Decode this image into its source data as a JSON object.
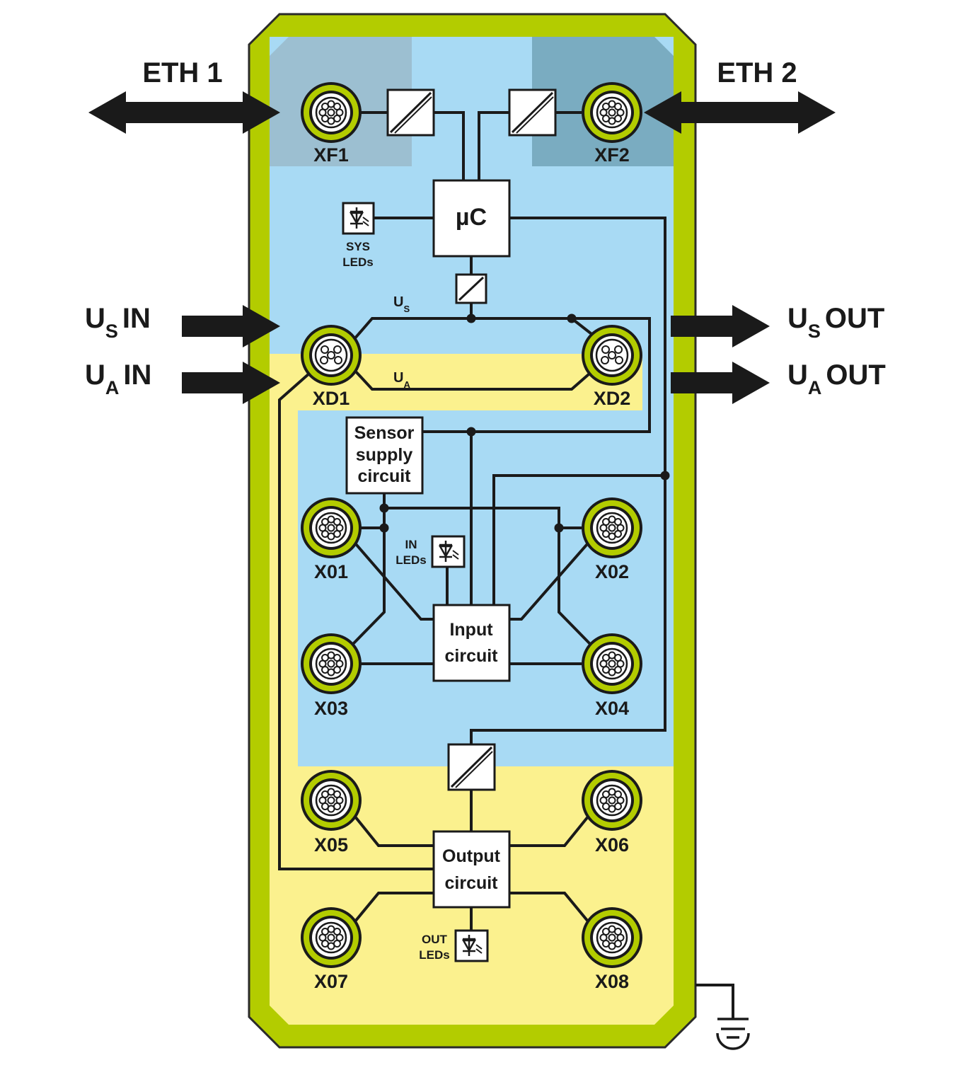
{
  "colors": {
    "housing": "#b3cc00",
    "housing_outline": "#2a2a2a",
    "network_area": "#a8daf4",
    "power_area": "#fbf18e",
    "eth_left_area": "#9cbfd1",
    "eth_right_area": "#7aacc1"
  },
  "external": {
    "eth1": "ETH 1",
    "eth2": "ETH 2",
    "us_in": {
      "main": "U",
      "sub": "S",
      "suffix": "IN"
    },
    "ua_in": {
      "main": "U",
      "sub": "A",
      "suffix": "IN"
    },
    "us_out": {
      "main": "U",
      "sub": "S",
      "suffix": "OUT"
    },
    "ua_out": {
      "main": "U",
      "sub": "A",
      "suffix": "OUT"
    }
  },
  "connectors": {
    "xf1": "XF1",
    "xf2": "XF2",
    "xd1": "XD1",
    "xd2": "XD2",
    "x01": "X01",
    "x02": "X02",
    "x03": "X03",
    "x04": "X04",
    "x05": "X05",
    "x06": "X06",
    "x07": "X07",
    "x08": "X08"
  },
  "blocks": {
    "mcu": "µC",
    "sensor_supply": [
      "Sensor",
      "supply",
      "circuit"
    ],
    "input_circuit": [
      "Input",
      "circuit"
    ],
    "output_circuit": [
      "Output",
      "circuit"
    ]
  },
  "leds": {
    "sys": [
      "SYS",
      "LEDs"
    ],
    "in": [
      "IN",
      "LEDs"
    ],
    "out": [
      "OUT",
      "LEDs"
    ]
  },
  "rails": {
    "us": {
      "main": "U",
      "sub": "S"
    },
    "ua": {
      "main": "U",
      "sub": "A"
    }
  },
  "icons": [
    "connector-m12-icon",
    "connector-power-icon",
    "isolation-icon",
    "led-icon",
    "ground-icon",
    "double-arrow-icon",
    "arrow-right-icon"
  ]
}
